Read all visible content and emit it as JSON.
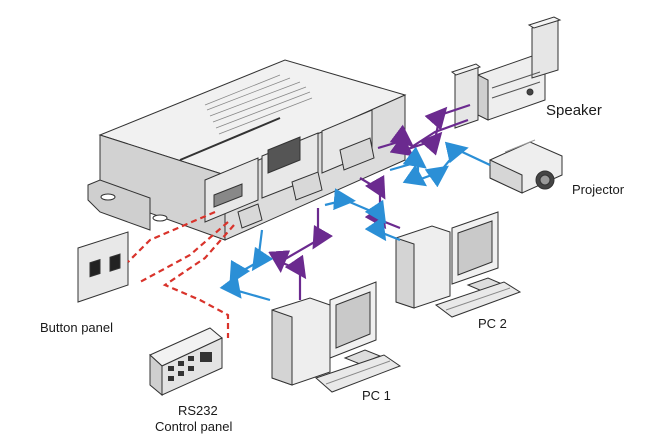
{
  "labels": {
    "speaker": "Speaker",
    "projector": "Projector",
    "button_panel": "Button panel",
    "rs232_line1": "RS232",
    "rs232_line2": "Control panel",
    "pc1": "PC 1",
    "pc2": "PC 2"
  },
  "colors": {
    "audio_line": "#6b2a8f",
    "video_line": "#2b8fd6",
    "control_line": "#d9332b",
    "device_body": "#e9e9e9",
    "device_outline": "#333333"
  }
}
